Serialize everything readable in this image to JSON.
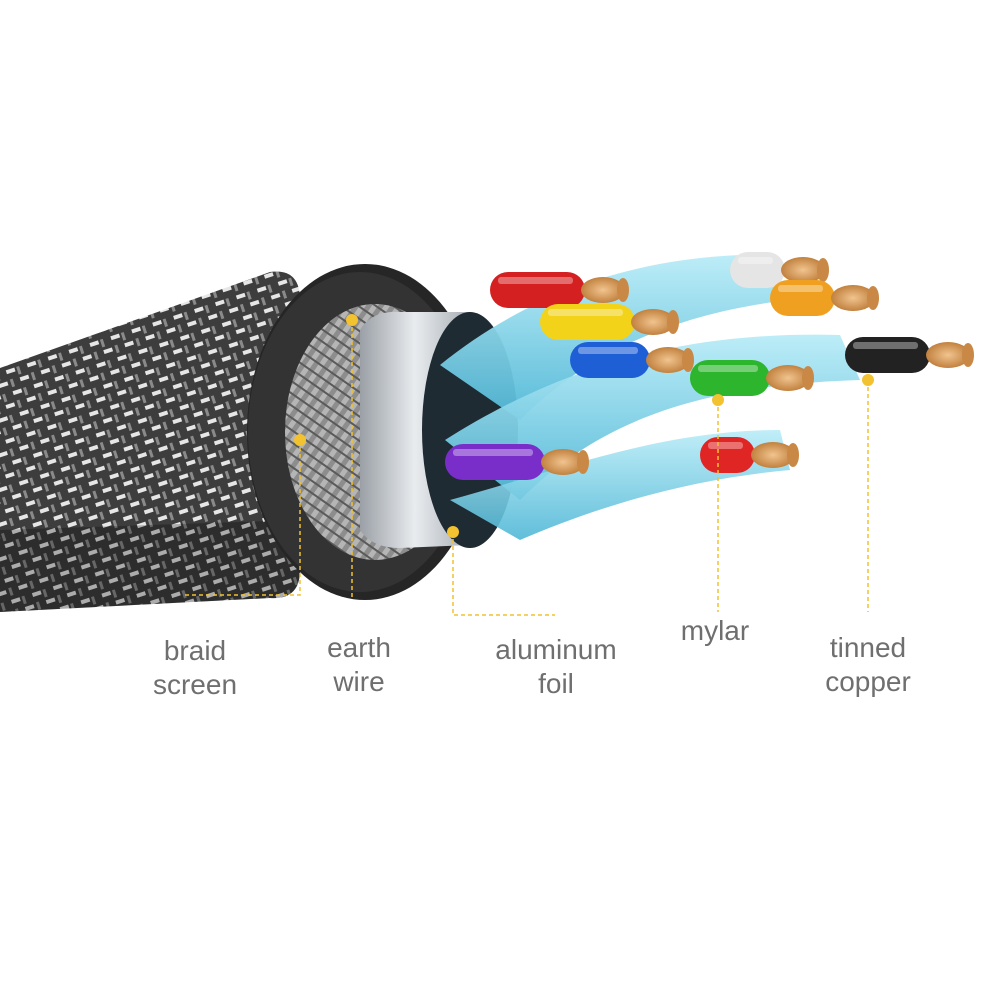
{
  "diagram": {
    "colors": {
      "callout_line": "#f2c230",
      "callout_dot": "#f2c230",
      "label_text": "#6f6f6f",
      "jacket_dark": "#2b2b2b",
      "foil": "#c9cdd1",
      "mylar": "#7fd3ea",
      "copper": "#d6924f"
    },
    "callouts": [
      {
        "label": "braid\nscreen"
      },
      {
        "label": "earth\nwire"
      },
      {
        "label": "aluminum\nfoil"
      },
      {
        "label": "mylar"
      },
      {
        "label": "tinned\ncopper"
      }
    ],
    "wire_colors": [
      "#d42020",
      "#f2d319",
      "#1f5fd6",
      "#e5e5e5",
      "#f0a020",
      "#2db52d",
      "#7a2ec9",
      "#222222",
      "#e02525"
    ]
  }
}
